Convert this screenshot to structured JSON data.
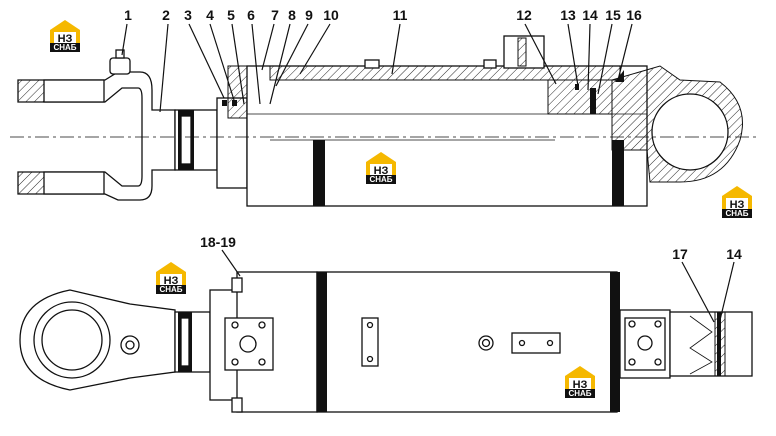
{
  "callouts_top": [
    "1",
    "2",
    "3",
    "4",
    "5",
    "6",
    "7",
    "8",
    "9",
    "10",
    "11",
    "12",
    "13",
    "14",
    "15",
    "16"
  ],
  "callouts_bottom": [
    "18-19",
    "17",
    "14"
  ],
  "logo": {
    "monogram": "НЗ",
    "word": "СНАБ",
    "yellow": "#f5b800",
    "dark": "#111111"
  },
  "colors": {
    "line": "#111111",
    "seal_ring": "#111111",
    "background": "#ffffff"
  }
}
